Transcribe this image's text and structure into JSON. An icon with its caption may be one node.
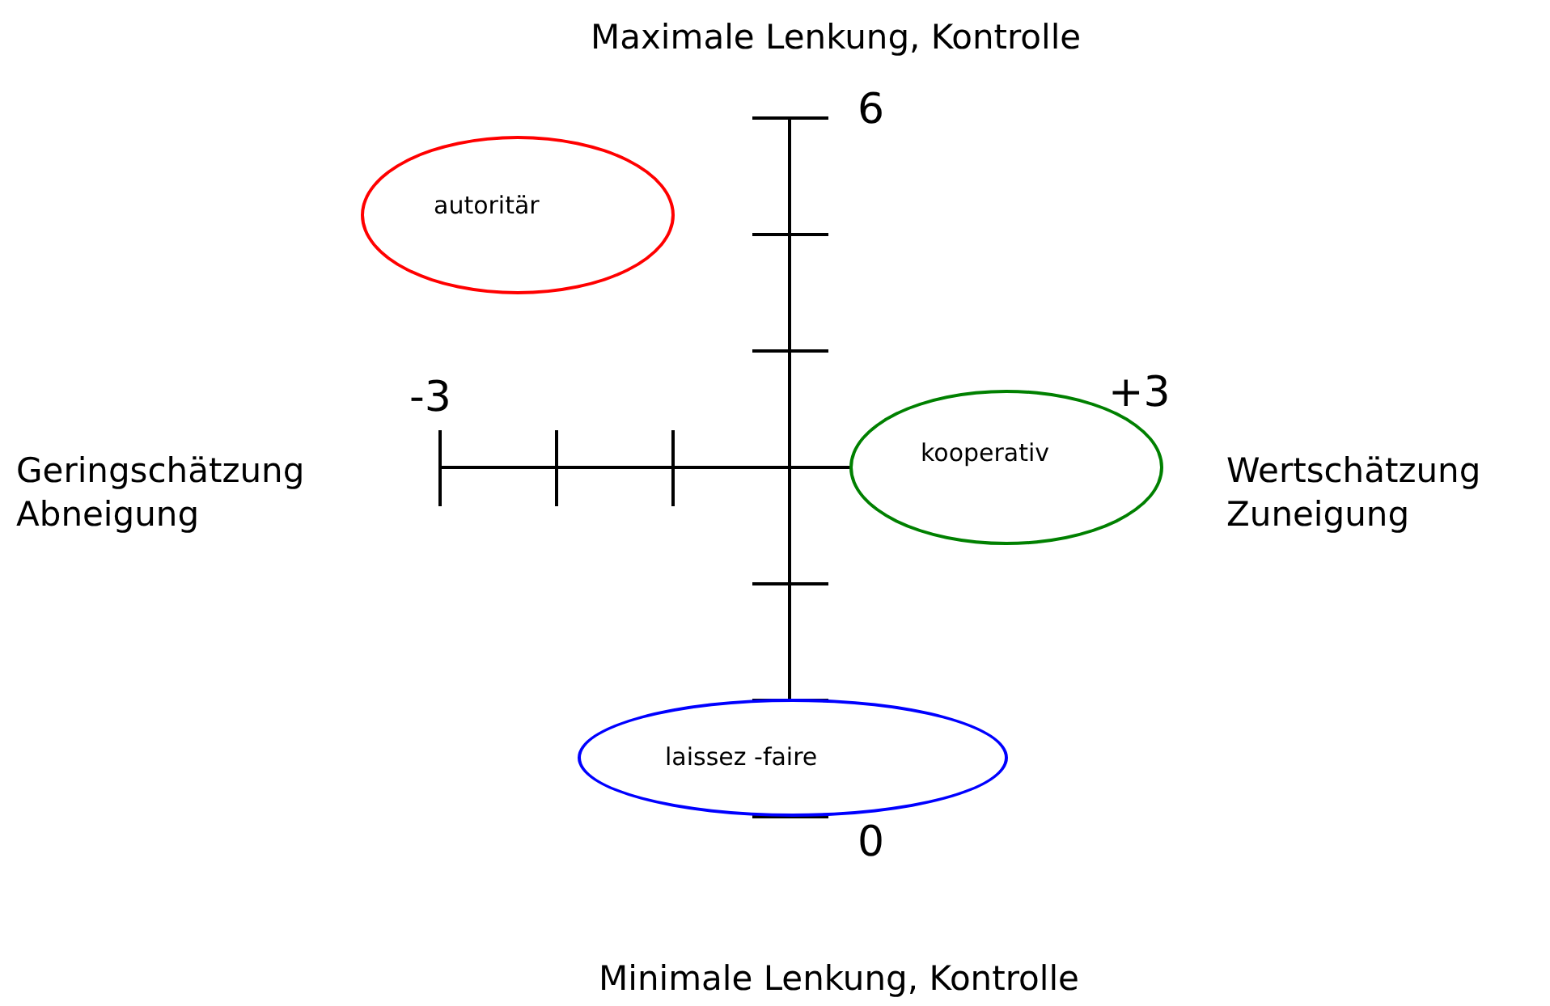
{
  "diagram": {
    "nodes": [
      {
        "text": [
          "autoritär"
        ]
      },
      {
        "text": [
          "kooperativ"
        ]
      },
      {
        "text": [
          "laissez -faire"
        ]
      }
    ],
    "edges": [],
    "labels": [
      "Maximale Lenkung, Kontrolle",
      "6",
      "-3",
      "+3",
      "Geringschätzung Abneigung",
      "Wertschätzung Zuneigung",
      "0",
      "Minimale Lenkung, Kontrolle"
    ]
  }
}
